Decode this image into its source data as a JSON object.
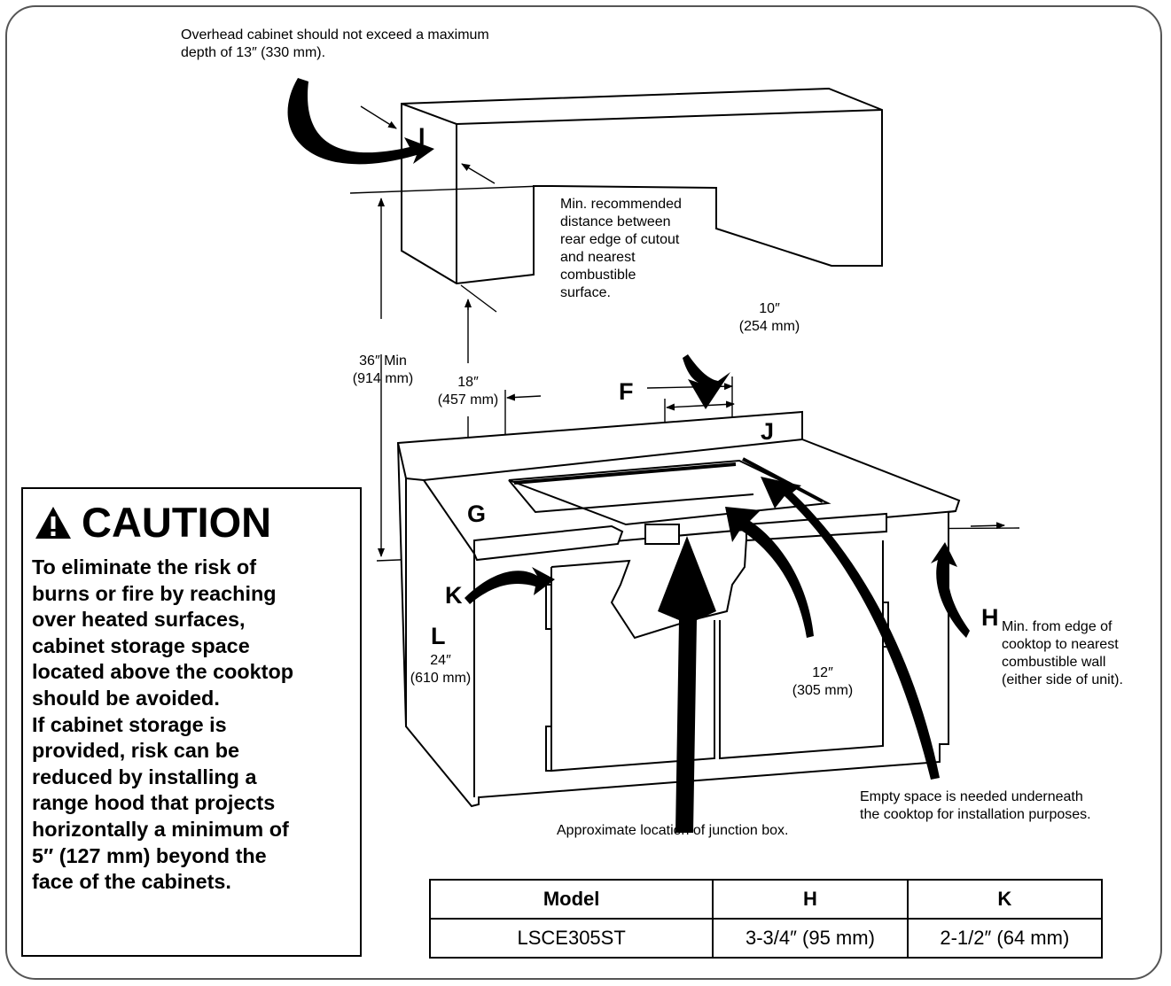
{
  "notes": {
    "overhead": "Overhead cabinet should not exceed a maximum\ndepth of 13″ (330 mm).",
    "min_recommended": "Min. recommended\ndistance between\nrear edge of cutout\nand nearest\ncombustible\nsurface.",
    "dim_10": "10″\n(254 mm)",
    "dim_36": "36″ Min\n(914 mm)",
    "dim_18": "18″\n(457 mm)",
    "dim_24": "24″\n(610 mm)",
    "dim_12": "12″\n(305 mm)",
    "h_note": "Min. from edge of\ncooktop to nearest\ncombustible wall\n(either side of unit).",
    "empty_space": "Empty space is needed underneath\nthe cooktop for installation purposes.",
    "junction_box": "Approximate location of junction box."
  },
  "letters": {
    "I": "I",
    "F": "F",
    "J": "J",
    "G": "G",
    "K": "K",
    "L": "L",
    "H": "H"
  },
  "caution": {
    "icon": "warning-triangle-icon",
    "title": "CAUTION",
    "body": "To eliminate the risk of\nburns or fire by reaching\nover heated surfaces,\ncabinet storage space\nlocated above the cooktop\nshould be avoided.\nIf cabinet storage is\nprovided, risk can be\nreduced by installing a\nrange hood that projects\nhorizontally a minimum of\n5″ (127 mm) beyond the\nface of the cabinets."
  },
  "table": {
    "headers": [
      "Model",
      "H",
      "K"
    ],
    "rows": [
      [
        "LSCE305ST",
        "3-3/4″ (95 mm)",
        "2-1/2″ (64 mm)"
      ]
    ]
  }
}
